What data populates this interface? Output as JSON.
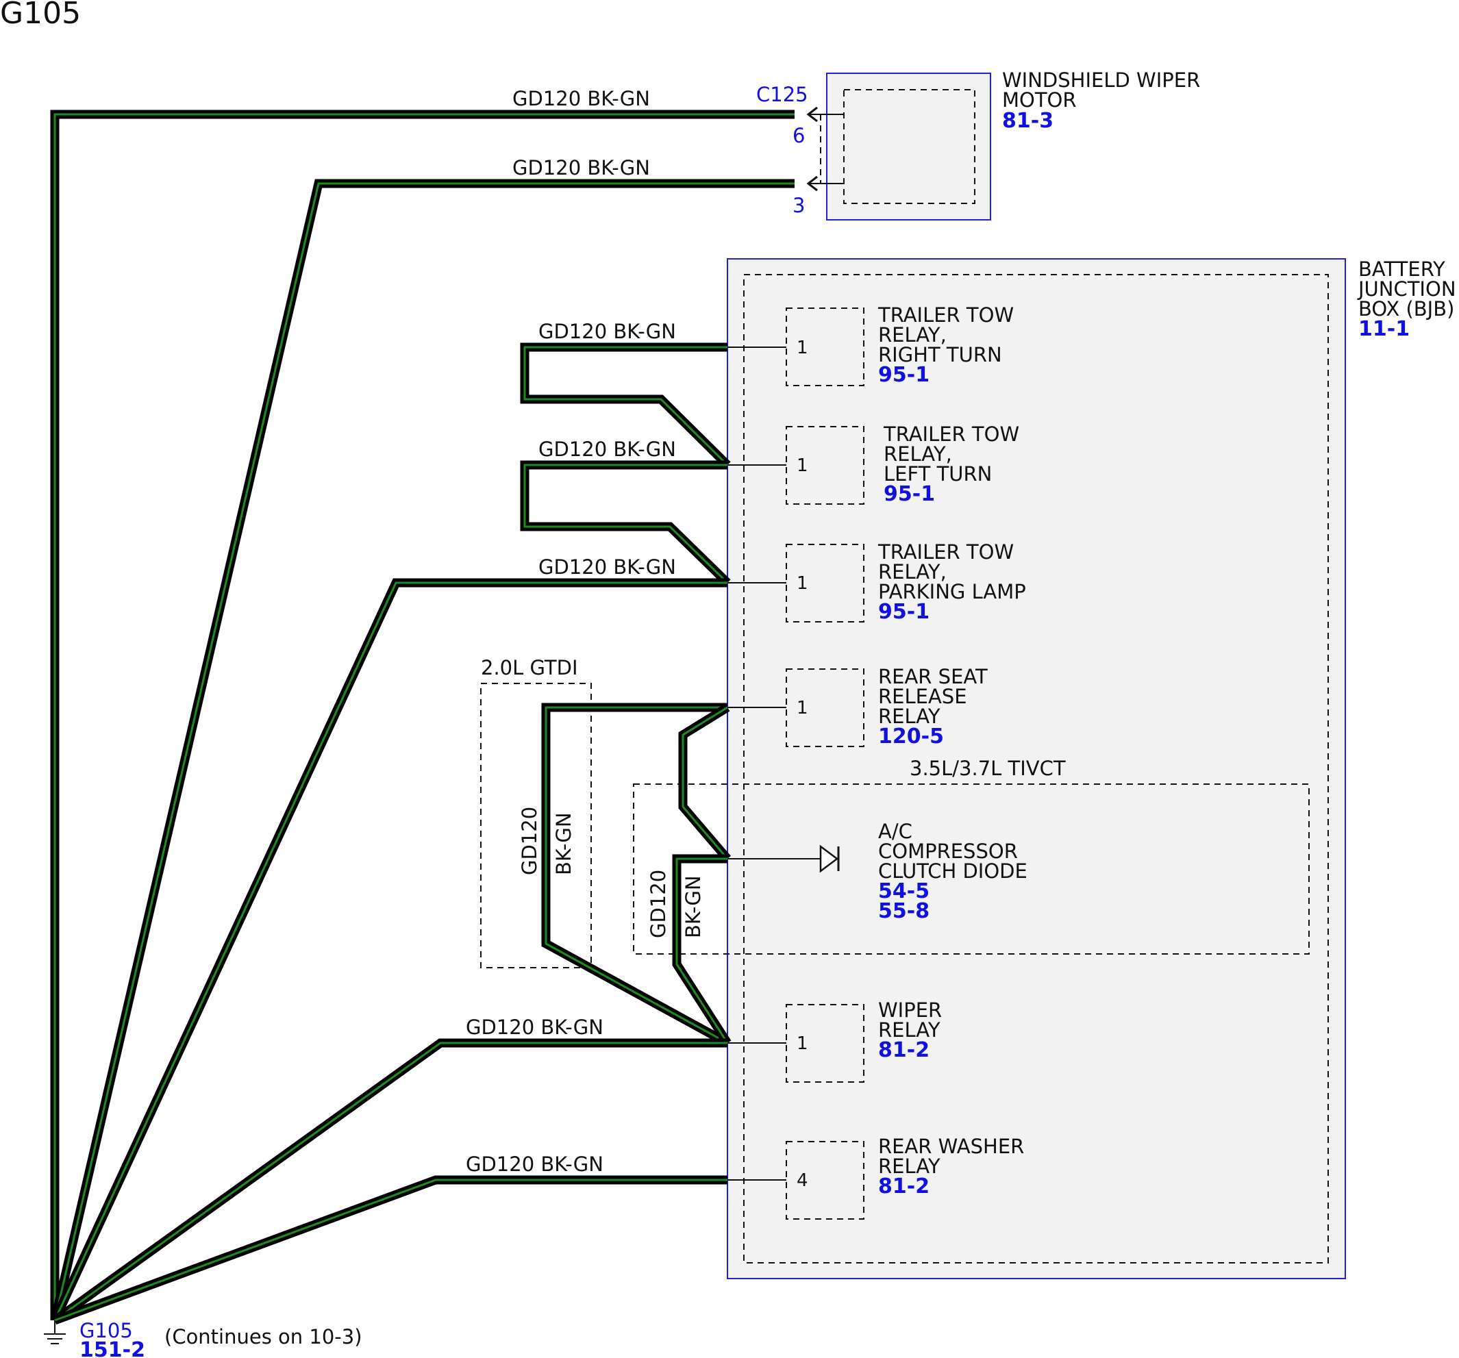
{
  "title": "G105",
  "wire_label": "GD120 BK-GN",
  "wire_circuit": "GD120",
  "wire_color": "BK-GN",
  "wire_colors": {
    "outer": "#000000",
    "inner": "#1f8a1f"
  },
  "link_color": "#1010e0",
  "wiper_motor": {
    "connector": "C125",
    "pins": [
      "6",
      "3"
    ],
    "name_lines": [
      "WINDSHIELD WIPER",
      "MOTOR"
    ],
    "ref": "81-3"
  },
  "bjb": {
    "name_lines": [
      "BATTERY",
      "JUNCTION",
      "BOX (BJB)"
    ],
    "ref": "11-1"
  },
  "relays": [
    {
      "pin": "1",
      "lines": [
        "TRAILER TOW",
        "RELAY,",
        "RIGHT TURN"
      ],
      "refs": [
        "95-1"
      ]
    },
    {
      "pin": "1",
      "lines": [
        "TRAILER TOW",
        "RELAY,",
        "LEFT TURN"
      ],
      "refs": [
        "95-1"
      ]
    },
    {
      "pin": "1",
      "lines": [
        "TRAILER TOW",
        "RELAY,",
        "PARKING LAMP"
      ],
      "refs": [
        "95-1"
      ]
    },
    {
      "pin": "1",
      "lines": [
        "REAR SEAT",
        "RELEASE",
        "RELAY"
      ],
      "refs": [
        "120-5"
      ]
    },
    {
      "pin": "1",
      "lines": [
        "WIPER",
        "RELAY"
      ],
      "refs": [
        "81-2"
      ]
    },
    {
      "pin": "4",
      "lines": [
        "REAR WASHER",
        "RELAY"
      ],
      "refs": [
        "81-2"
      ]
    }
  ],
  "diode": {
    "option": "3.5L/3.7L TIVCT",
    "lines": [
      "A/C",
      "COMPRESSOR",
      "CLUTCH DIODE"
    ],
    "refs": [
      "54-5",
      "55-8"
    ]
  },
  "engine_option": "2.0L GTDI",
  "ground": {
    "name": "G105",
    "ref": "151-2",
    "note": "(Continues on 10-3)"
  }
}
